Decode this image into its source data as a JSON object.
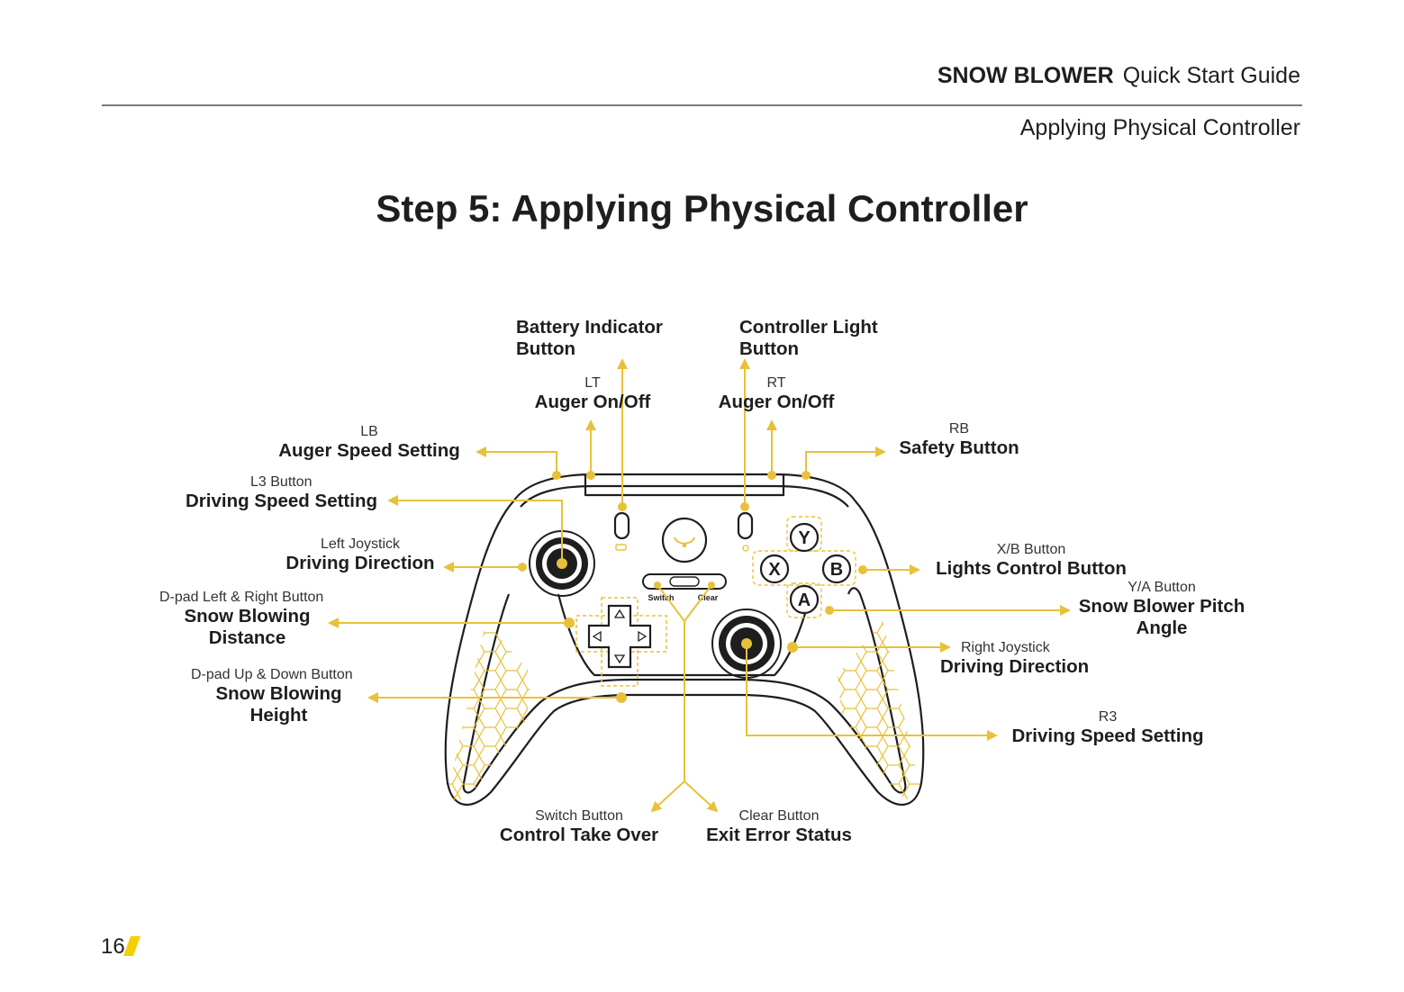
{
  "header": {
    "brand": "SNOW BLOWER",
    "doc_title": "Quick Start Guide",
    "section": "Applying Physical Controller"
  },
  "page_title": "Step 5: Applying Physical Controller",
  "controller": {
    "button_labels": {
      "y": "Y",
      "x": "X",
      "b": "B",
      "a": "A",
      "switch": "Switch",
      "clear": "Clear"
    }
  },
  "callouts": {
    "battery": {
      "name": "",
      "function": "Battery Indicator Button"
    },
    "controller_light": {
      "name": "",
      "function": "Controller Light Button"
    },
    "lt": {
      "name": "LT",
      "function": "Auger On/Off"
    },
    "rt": {
      "name": "RT",
      "function": "Auger On/Off"
    },
    "lb": {
      "name": "LB",
      "function": "Auger Speed Setting"
    },
    "rb": {
      "name": "RB",
      "function": "Safety Button"
    },
    "l3": {
      "name": "L3 Button",
      "function": "Driving Speed Setting"
    },
    "left_joystick": {
      "name": "Left Joystick",
      "function": "Driving Direction"
    },
    "dpad_lr": {
      "name": "D-pad Left & Right Button",
      "function": "Snow Blowing Distance"
    },
    "dpad_ud": {
      "name": "D-pad Up & Down Button",
      "function": "Snow Blowing Height"
    },
    "xb": {
      "name": "X/B Button",
      "function": "Lights Control Button"
    },
    "ya": {
      "name": "Y/A Button",
      "function": "Snow Blower Pitch Angle"
    },
    "right_joystick": {
      "name": "Right Joystick",
      "function": "Driving Direction"
    },
    "r3": {
      "name": "R3",
      "function": "Driving Speed Setting"
    },
    "switch": {
      "name": "Switch Button",
      "function": "Control Take Over"
    },
    "clear": {
      "name": "Clear Button",
      "function": "Exit Error Status"
    }
  },
  "footer": {
    "page_number": "16"
  },
  "colors": {
    "accent": "#e8c13a",
    "text": "#1e1e1e",
    "rule": "#7a7a7a",
    "page_mark": "#f5d000"
  }
}
